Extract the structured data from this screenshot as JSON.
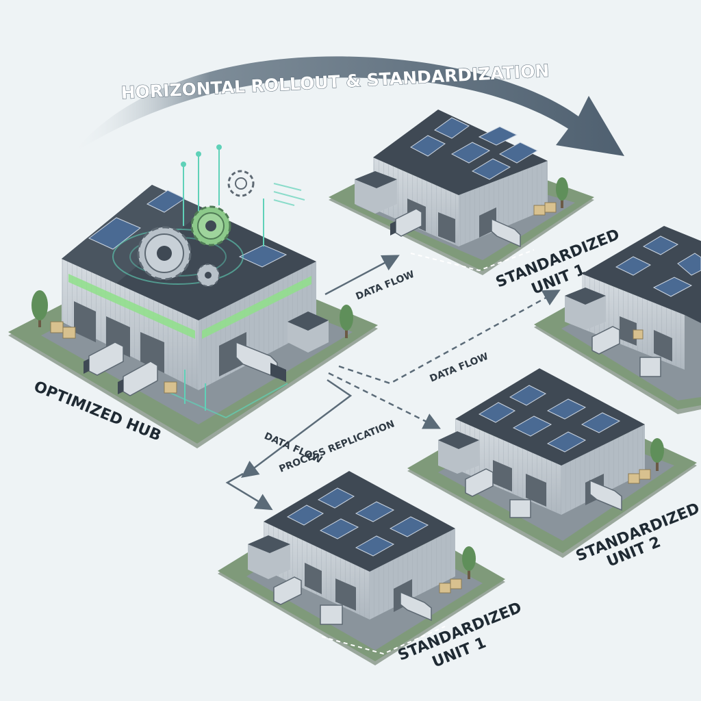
{
  "banner": {
    "text": "HORIZONTAL ROLLOUT & STANDARDIZATION"
  },
  "hub": {
    "label": "OPTIMIZED HUB"
  },
  "units": [
    {
      "line1": "STANDARDIZED",
      "line2": "UNIT 1"
    },
    {
      "line1": "STANDARDIZED",
      "line2": "UNIT 2"
    },
    {
      "line1": "STANDARDIZED",
      "line2": "UNIT 1"
    }
  ],
  "flows": {
    "to_unit_top": "DATA FLOW",
    "to_unit_right": "DATA FLOW",
    "to_unit_bottom": "DATA FLOW",
    "replication": "PROCESS REPLICATION"
  },
  "colors": {
    "background": "#eef3f5",
    "ground": "#7f9a7a",
    "roof": "#3f4954",
    "wall": "#c9d0d6",
    "solar": "#4a6a93",
    "accent_green": "#8fe08a",
    "tech_cyan": "#5fd1b8",
    "arrow": "#5b6b78"
  },
  "icons": [
    "gear-icon",
    "solar-panel-icon",
    "truck-icon",
    "tree-icon",
    "crate-icon",
    "warehouse-icon"
  ]
}
